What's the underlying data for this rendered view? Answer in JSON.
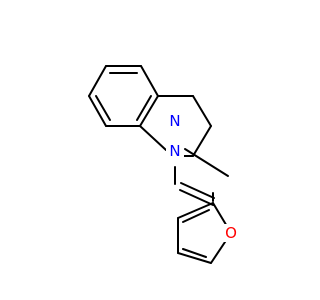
{
  "molecule": {
    "atoms": [
      {
        "id": "N1",
        "symbol": "N",
        "color": "#0000ff"
      },
      {
        "id": "N2",
        "symbol": "N",
        "color": "#0000ff"
      },
      {
        "id": "O1",
        "symbol": "O",
        "color": "#ff0000"
      }
    ],
    "bond_color": "#000000"
  }
}
